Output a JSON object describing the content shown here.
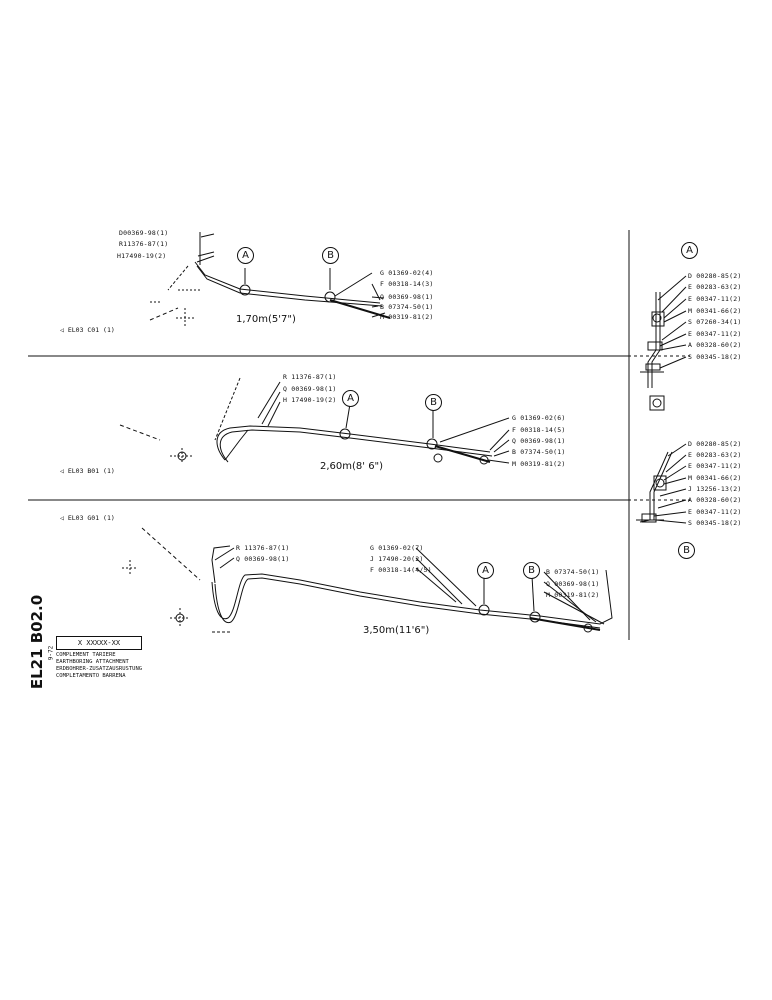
{
  "assemblies": [
    {
      "reference": "◁ EL03 C01 (1)",
      "length": "1,70m(5'7\")",
      "left_labels": [
        "D00369-98(1)",
        "R11376-87(1)",
        "H17490-19(2)"
      ],
      "right_labels": [
        "G 01369-02(4)",
        "F 00318-14(3)",
        "Q 00369-98(1)",
        "B 07374-50(1)",
        "M 00319-81(2)"
      ]
    },
    {
      "reference": "◁ EL03 B01 (1)",
      "length": "2,60m(8' 6\")",
      "left_labels": [
        "R 11376-87(1)",
        "Q 00369-98(1)",
        "H 17490-19(2)"
      ],
      "right_labels": [
        "G 01369-02(6)",
        "F 00318-14(5)",
        "Q 00369-98(1)",
        "B 07374-50(1)",
        "M 00319-81(2)"
      ]
    },
    {
      "reference": "◁ EL03 G01 (1)",
      "length": "3,50m(11'6\")",
      "left_labels": [
        "R 11376-87(1)",
        "Q 00369-98(1)"
      ],
      "mid_labels": [
        "G 01369-02(7)",
        "J 17490-20(2)",
        "F 00318-14(4/5)"
      ],
      "right_labels": [
        "B 07374-50(1)",
        "Q 00369-98(1)",
        "M 00319-81(2)"
      ]
    }
  ],
  "markers": {
    "a": "A",
    "b": "B"
  },
  "detail_a": {
    "title": "A",
    "labels": [
      "D 00280-85(2)",
      "E 00283-63(2)",
      "E 00347-11(2)",
      "M 00341-66(2)",
      "S 07260-34(1)",
      "E 00347-11(2)",
      "A 00328-60(2)",
      "S 00345-18(2)"
    ]
  },
  "detail_b": {
    "title": "B",
    "labels": [
      "D 00280-85(2)",
      "E 00283-63(2)",
      "E 00347-11(2)",
      "M 00341-66(2)",
      "J 13256-13(2)",
      "A 00328-60(2)",
      "E 00347-11(2)",
      "S 00345-18(2)"
    ]
  },
  "title_block": {
    "code": "EL21 B02.0",
    "date": "9-72",
    "box": "X XXXXX-XX",
    "lines": [
      "COMPLEMENT TARIERE",
      "EARTHBORING ATTACHMENT",
      "ERDBOHRER-ZUSATZAUSRUSTUNG",
      "COMPLETAMENTO BARRENA"
    ]
  }
}
